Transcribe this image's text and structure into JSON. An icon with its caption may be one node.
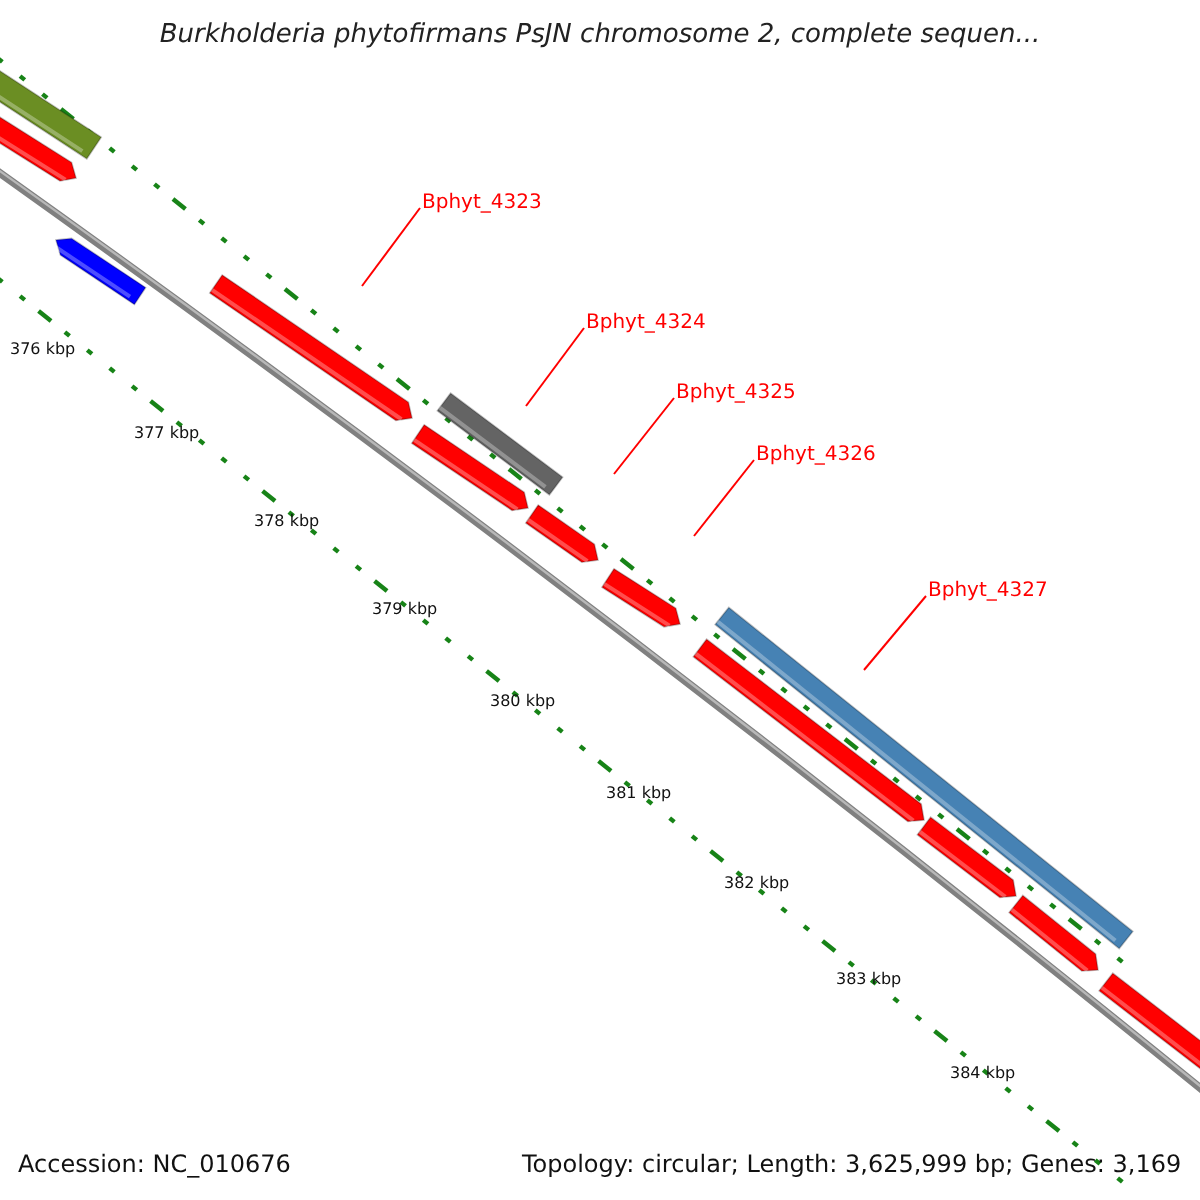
{
  "diagram": {
    "title": "Burkholderia phytofirmans PsJN chromosome 2, complete sequen...",
    "nodes": [
      {
        "text": [
          "Bphyt_4323"
        ]
      },
      {
        "text": [
          "Bphyt_4324"
        ]
      },
      {
        "text": [
          "Bphyt_4325"
        ]
      },
      {
        "text": [
          "Bphyt_4326"
        ]
      },
      {
        "text": [
          "Bphyt_4327"
        ]
      }
    ],
    "edges": [
      {
        "from": 0,
        "to": null,
        "arrow": "none"
      },
      {
        "from": 1,
        "to": null,
        "arrow": "none"
      },
      {
        "from": 2,
        "to": null,
        "arrow": "none"
      },
      {
        "from": 3,
        "to": null,
        "arrow": "none"
      },
      {
        "from": 4,
        "to": null,
        "arrow": "none"
      }
    ],
    "labels": [
      "376 kbp",
      "377 kbp",
      "378 kbp",
      "379 kbp",
      "380 kbp",
      "381 kbp",
      "382 kbp",
      "383 kbp",
      "384 kbp",
      "Accession: NC_010676",
      "Topology: circular; Length: 3,625,999 bp; Genes: 3,169"
    ]
  }
}
